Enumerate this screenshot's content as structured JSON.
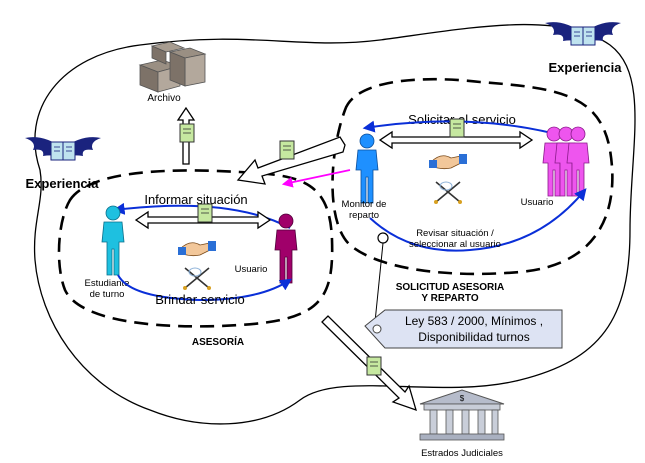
{
  "experiencia_left": "Experiencia",
  "experiencia_right": "Experiencia",
  "archivo": "Archivo",
  "solicitar_servicio": "Solicitar el servicio",
  "monitor_line1": "Monitor de",
  "monitor_line2": "reparto",
  "usuario_right": "Usuario",
  "revisar_line1": "Revisar situación   /",
  "revisar_line2": "seleccionar al usuario",
  "solicitud_line1": "SOLICITUD ASESORIA",
  "solicitud_line2": "Y REPARTO",
  "informar_situacion": "Informar situación",
  "estudiante_line1": "Estudiante",
  "estudiante_line2": "de turno",
  "usuario_left": "Usuario",
  "brindar_servicio": "Brindar servicio",
  "asesoria": "ASESORÍA",
  "ley_line1": "Ley 583 / 2000, Mínimos ,",
  "ley_line2": "Disponibilidad turnos",
  "estrados": "Estrados Judiciales",
  "dollar": "$",
  "colors": {
    "blue_person": "#1e90ff",
    "magenta_person": "#a0006a",
    "pink_group": "#ee55ee",
    "wings": "#1a237e",
    "arrow_blue": "#0a2fd8",
    "magenta_arrow": "#ff00ff",
    "envelope": "#c6e8a0",
    "ley_box": "#dde3f3"
  }
}
